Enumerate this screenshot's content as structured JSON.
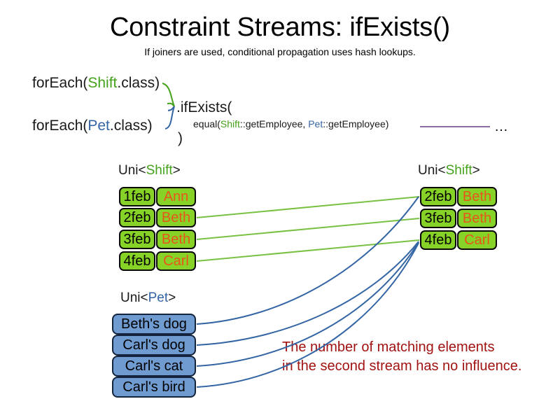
{
  "slide": {
    "title": "Constraint Streams: ifExists()",
    "subtitle": "If joiners are used, conditional propagation uses hash lookups."
  },
  "code": {
    "foreach_shift": {
      "prefix": "forEach(",
      "type": "Shift",
      "suffix": ".class)"
    },
    "foreach_pet": {
      "prefix": "forEach(",
      "type": "Pet",
      "suffix": ".class)"
    },
    "ifexists": ".ifExists(",
    "equal": {
      "prefix": "equal(",
      "left_type": "Shift",
      "middle": "::getEmployee, ",
      "right_type": "Pet",
      "suffix": "::getEmployee)"
    },
    "close_paren": ")",
    "ellipsis": "…"
  },
  "captions": {
    "shift_left": {
      "prefix": "Uni<",
      "type": "Shift",
      "suffix": ">"
    },
    "shift_right": {
      "prefix": "Uni<",
      "type": "Shift",
      "suffix": ">"
    },
    "pet": {
      "prefix": "Uni<",
      "type": "Pet",
      "suffix": ">"
    }
  },
  "shift_left_rows": [
    {
      "date": "1feb",
      "employee": "Ann"
    },
    {
      "date": "2feb",
      "employee": "Beth"
    },
    {
      "date": "3feb",
      "employee": "Beth"
    },
    {
      "date": "4feb",
      "employee": "Carl"
    }
  ],
  "shift_right_rows": [
    {
      "date": "2feb",
      "employee": "Beth"
    },
    {
      "date": "3feb",
      "employee": "Beth"
    },
    {
      "date": "4feb",
      "employee": "Carl"
    }
  ],
  "pet_rows": [
    {
      "label": "Beth's dog"
    },
    {
      "label": "Carl's dog"
    },
    {
      "label": "Carl's cat"
    },
    {
      "label": "Carl's bird"
    }
  ],
  "annotation": {
    "line1": "The number of matching elements",
    "line2": "in the second stream has no influence."
  },
  "colors": {
    "shift_green": "#44a11a",
    "pet_blue": "#3465a4",
    "box_green_fill": "#86d227",
    "box_blue_fill": "#6f9bd1",
    "employee_orange": "#e8561b",
    "annotation_red": "#a11212",
    "purple_line": "#8c6fa0"
  }
}
